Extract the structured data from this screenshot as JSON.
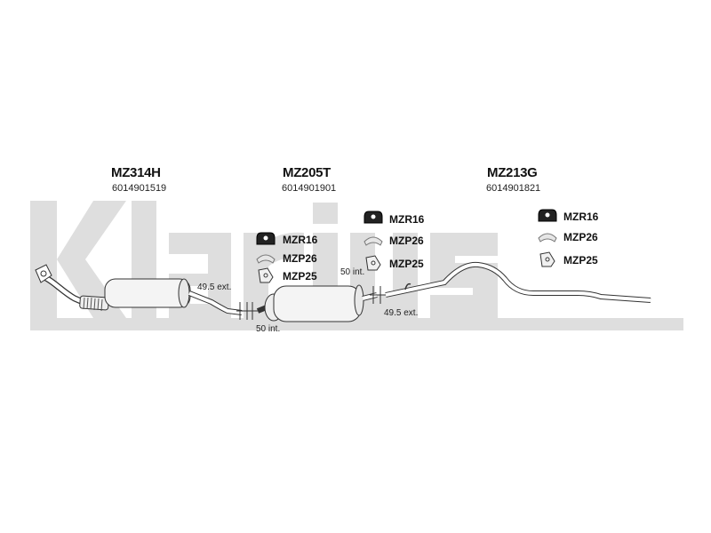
{
  "watermark": {
    "text": "Klarius",
    "color": "#dcdcdc"
  },
  "sections": [
    {
      "code": "MZ314H",
      "number": "6014901519"
    },
    {
      "code": "MZ205T",
      "number": "6014901901"
    },
    {
      "code": "MZ213G",
      "number": "6014901821"
    }
  ],
  "accessories": {
    "group1": [
      "MZR16",
      "MZP26",
      "MZP25"
    ],
    "group2": [
      "MZR16",
      "MZP26",
      "MZP25"
    ],
    "group3": [
      "MZR16",
      "MZP26",
      "MZP25"
    ]
  },
  "dimensions": {
    "d1": "49.5 ext.",
    "d2": "50 int.",
    "d3": "50 int.",
    "d4": "49.5 ext."
  }
}
